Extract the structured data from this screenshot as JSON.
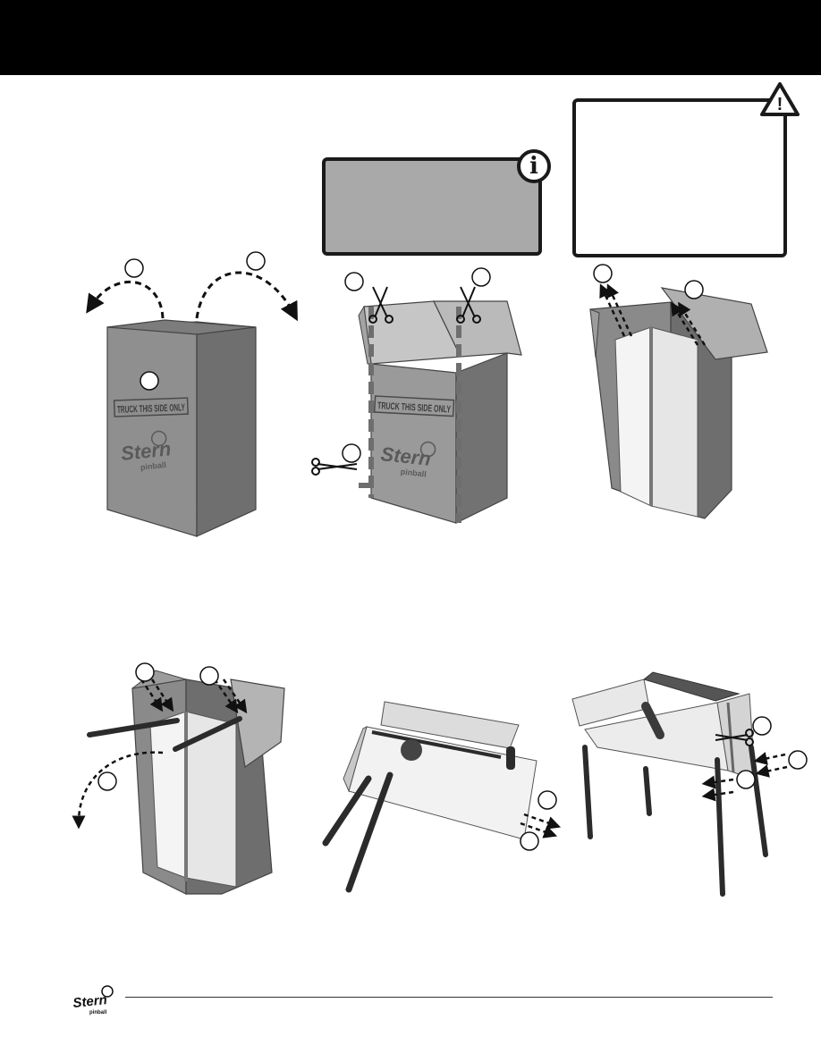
{
  "colors": {
    "header": "#000000",
    "carton": "#8c8c8c",
    "carton_dark": "#6e6e6e",
    "carton_light": "#b4b4b4",
    "info_box": "#a9a9a9",
    "legs": "#2b2b2b",
    "cabinet": "#f2f2f2"
  },
  "info_box": {
    "icon": "info-icon",
    "glyph": "i"
  },
  "warning_box": {
    "icon": "warning-triangle-icon",
    "glyph": "!"
  },
  "carton_print": {
    "label": "TRUCK THIS SIDE ONLY",
    "brand": "Stern",
    "brand_sub": "pinball"
  },
  "footer": {
    "logo_text": "Stern",
    "logo_sub": "pinball"
  }
}
